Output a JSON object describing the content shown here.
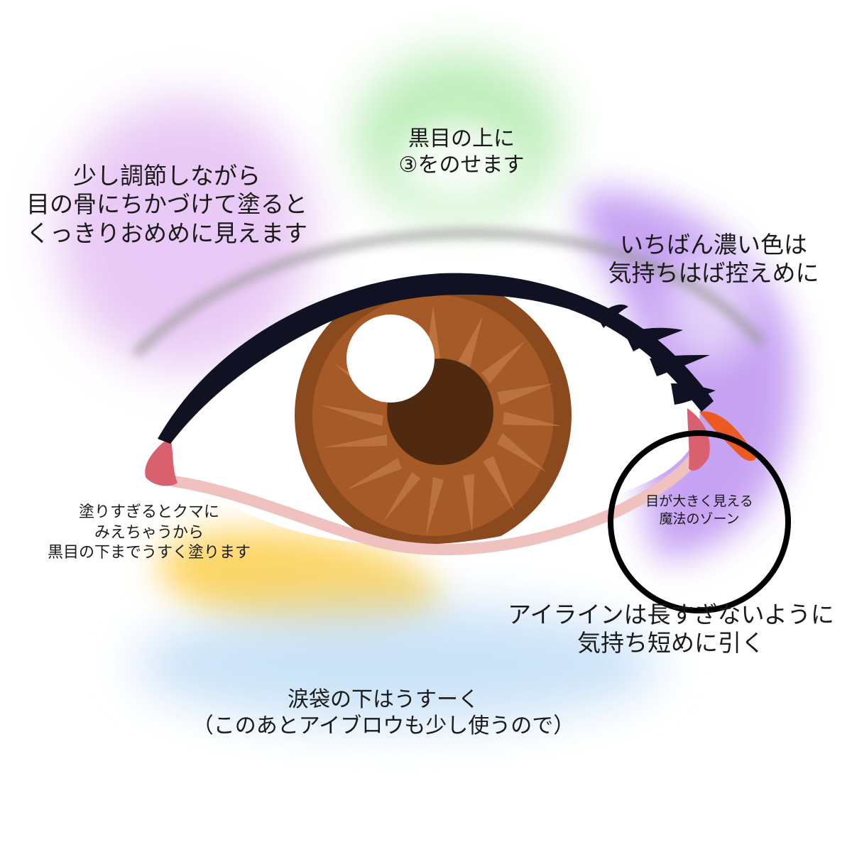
{
  "diagram": {
    "subject": "eye makeup guide",
    "colors": {
      "background": "#ffffff",
      "blob_pink_purple": "#e2b8f2",
      "blob_green": "#b6ecb2",
      "blob_purple_right": "#b98cf0",
      "blob_yellow": "#fccf4e",
      "blob_blue": "#c6e0f7",
      "brow_gray": "#9a9a9a",
      "eyeliner": "#111124",
      "iris_outer": "#8a4a1e",
      "iris_inner": "#b5652e",
      "iris_rays": "#c07842",
      "pupil": "#4f2a10",
      "highlight": "#ffffff",
      "inner_corner": "#d9606e",
      "lower_rim": "#efc2bf",
      "liner_wing": "#ec5a24",
      "zone_circle": "#000000"
    }
  },
  "annotations": {
    "upper_left": {
      "lines": [
        "少し調節しながら",
        "目の骨にちかづけて塗ると",
        "くっきりおめめに見えます"
      ]
    },
    "top_center": {
      "lines": [
        "黒目の上に",
        "③をのせます"
      ]
    },
    "upper_right": {
      "lines": [
        "いちばん濃い色は",
        "気持ちはば控えめに"
      ]
    },
    "lower_left": {
      "lines": [
        "塗りすぎるとクマに",
        "みえちゃうから",
        "黒目の下までうすく塗ります"
      ]
    },
    "magic_zone": {
      "lines": [
        "目が大きく見える",
        "魔法のゾーン"
      ]
    },
    "lower_right": {
      "lines": [
        "アイラインは長すぎないように",
        "気持ち短めに引く"
      ]
    },
    "bottom_center": {
      "lines": [
        "涙袋の下はうすーく",
        "（このあとアイブロウも少し使うので）"
      ]
    }
  }
}
